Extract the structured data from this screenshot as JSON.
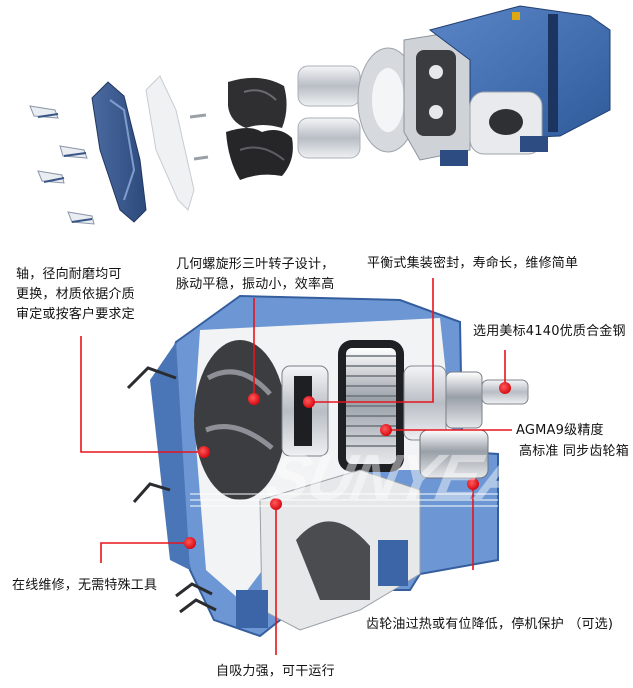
{
  "diagram": {
    "subject": "lobe pump exploded view and cutaway",
    "brand_watermark": "SUNYEAR",
    "colors": {
      "callout_red": "#e8141c",
      "housing_blue": "#3f6fb4",
      "housing_blue_light": "#7ea6dc",
      "cover_blue_dark": "#3a5588",
      "steel": "#c9cdd2",
      "rotor_black": "#2b2b2b"
    },
    "exploded_view": {
      "parts": [
        "clamp handles",
        "front cover",
        "gasket plate",
        "tri-lobe rotors",
        "shafts",
        "pump head",
        "gearbox housing",
        "flange port"
      ]
    },
    "callouts": [
      {
        "id": "shaft",
        "lines": [
          "轴，径向耐磨均可",
          "更换，材质依据介质",
          "审定或按客户要求定"
        ]
      },
      {
        "id": "rotor",
        "lines": [
          "几何螺旋形三叶转子设计，",
          "脉动平稳，振动小，效率高"
        ]
      },
      {
        "id": "seal",
        "lines": [
          "平衡式集装密封，寿命长，维修简单"
        ]
      },
      {
        "id": "alloy-steel",
        "lines": [
          "选用美标4140优质合金钢"
        ]
      },
      {
        "id": "gearbox",
        "lines": [
          "AGMA9级精度",
          "高标准 同步齿轮箱"
        ]
      },
      {
        "id": "maintenance",
        "lines": [
          "在线维修，无需特殊工具"
        ]
      },
      {
        "id": "oil-protection",
        "lines": [
          "齿轮油过热或有位降低，停机保护 （可选)"
        ]
      },
      {
        "id": "self-priming",
        "lines": [
          "自吸力强，可干运行"
        ]
      }
    ]
  }
}
